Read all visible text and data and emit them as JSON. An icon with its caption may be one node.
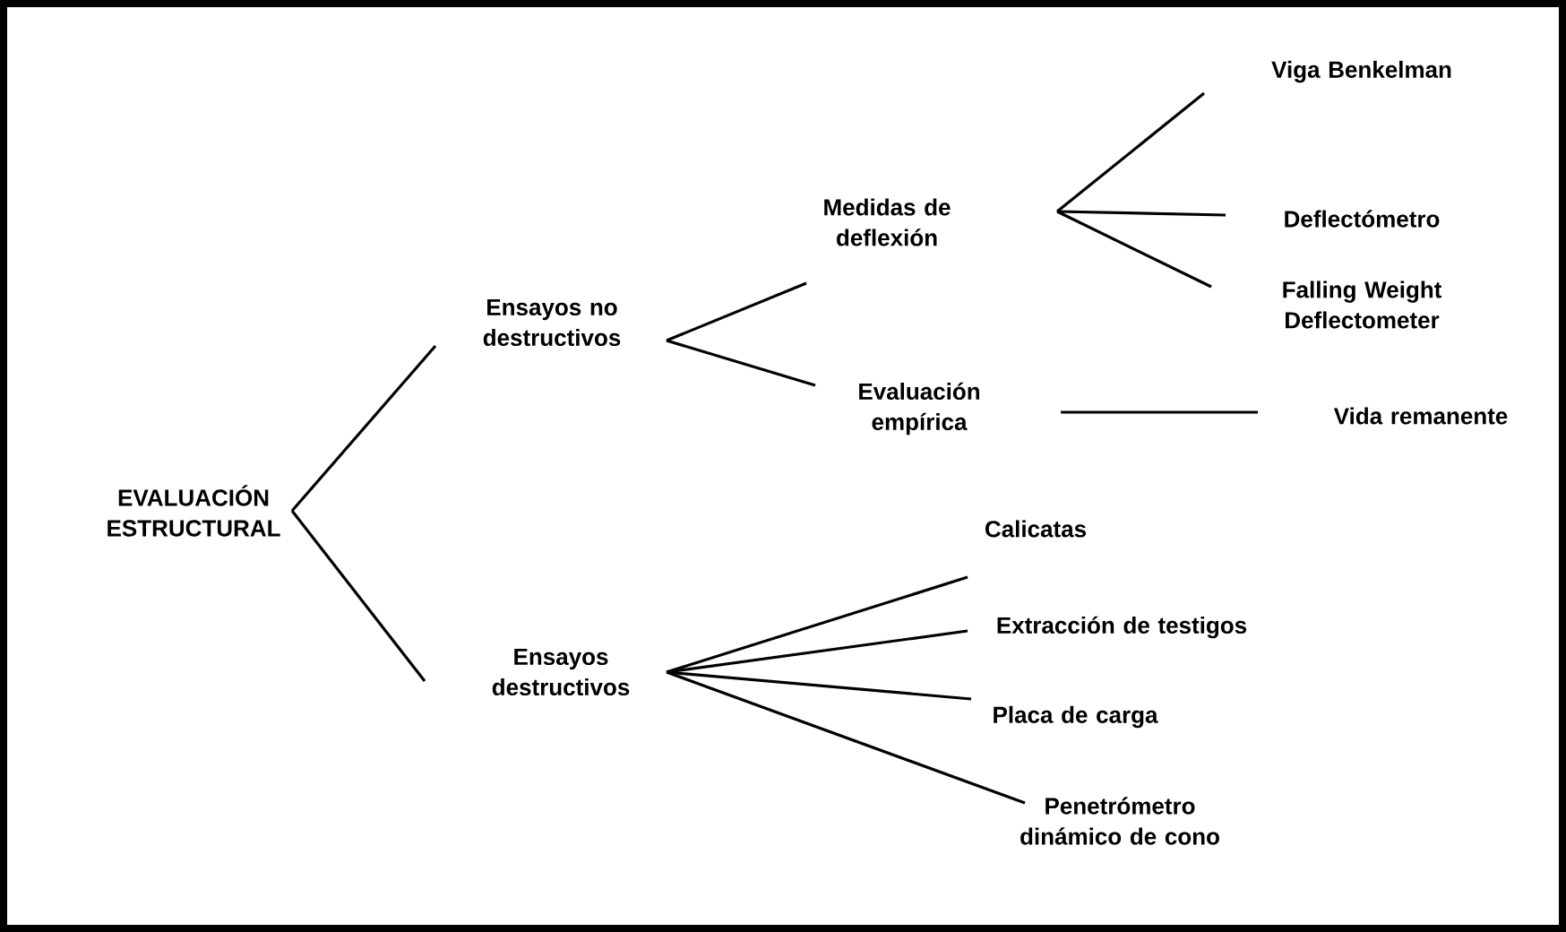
{
  "diagram": {
    "nodes": [
      {
        "text": [
          "EVALUACIÓN ESTRUCTURAL"
        ]
      },
      {
        "text": [
          "Ensayos no destructivos"
        ]
      },
      {
        "text": [
          "Ensayos destructivos"
        ]
      },
      {
        "text": [
          "Medidas de deflexión"
        ]
      },
      {
        "text": [
          "Evaluación empírica"
        ]
      },
      {
        "text": [
          "Viga Benkelman"
        ]
      },
      {
        "text": [
          "Deflectómetro"
        ]
      },
      {
        "text": [
          "Falling Weight Deflectometer"
        ]
      },
      {
        "text": [
          "Vida remanente"
        ]
      },
      {
        "text": [
          "Calicatas"
        ]
      },
      {
        "text": [
          "Extracción de testigos"
        ]
      },
      {
        "text": [
          "Placa de carga"
        ]
      },
      {
        "text": [
          "Penetrómetro dinámico de cono"
        ]
      }
    ],
    "edges": [
      {
        "from": 0,
        "to": 1,
        "arrow": "none"
      },
      {
        "from": 0,
        "to": 2,
        "arrow": "none"
      },
      {
        "from": 1,
        "to": 3,
        "arrow": "none"
      },
      {
        "from": 1,
        "to": 4,
        "arrow": "none"
      },
      {
        "from": 3,
        "to": 5,
        "arrow": "none"
      },
      {
        "from": 3,
        "to": 6,
        "arrow": "none"
      },
      {
        "from": 3,
        "to": 7,
        "arrow": "none"
      },
      {
        "from": 4,
        "to": 8,
        "arrow": "none"
      },
      {
        "from": 2,
        "to": 9,
        "arrow": "none"
      },
      {
        "from": 2,
        "to": 10,
        "arrow": "none"
      },
      {
        "from": 2,
        "to": 11,
        "arrow": "none"
      },
      {
        "from": 2,
        "to": 12,
        "arrow": "none"
      }
    ]
  }
}
